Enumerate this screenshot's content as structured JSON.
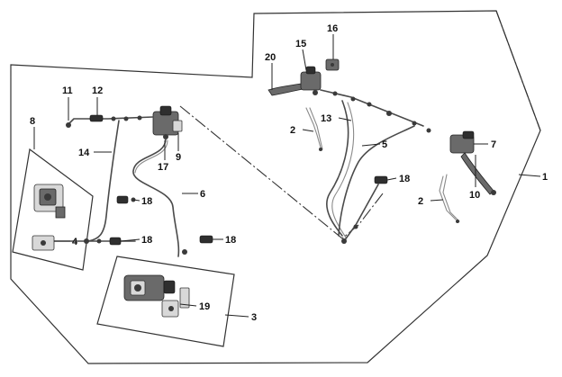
{
  "callouts": [
    {
      "id": "1",
      "label": "1"
    },
    {
      "id": "2a",
      "label": "2"
    },
    {
      "id": "2b",
      "label": "2"
    },
    {
      "id": "3",
      "label": "3"
    },
    {
      "id": "4",
      "label": "4"
    },
    {
      "id": "5",
      "label": "5"
    },
    {
      "id": "6",
      "label": "6"
    },
    {
      "id": "7",
      "label": "7"
    },
    {
      "id": "8",
      "label": "8"
    },
    {
      "id": "9",
      "label": "9"
    },
    {
      "id": "10",
      "label": "10"
    },
    {
      "id": "11",
      "label": "11"
    },
    {
      "id": "12",
      "label": "12"
    },
    {
      "id": "13",
      "label": "13"
    },
    {
      "id": "14",
      "label": "14"
    },
    {
      "id": "15",
      "label": "15"
    },
    {
      "id": "16",
      "label": "16"
    },
    {
      "id": "17",
      "label": "17"
    },
    {
      "id": "18a",
      "label": "18"
    },
    {
      "id": "18b",
      "label": "18"
    },
    {
      "id": "18c",
      "label": "18"
    },
    {
      "id": "18d",
      "label": "18"
    },
    {
      "id": "19",
      "label": "19"
    },
    {
      "id": "20",
      "label": "20"
    }
  ],
  "colors": {
    "line": "#333333",
    "part": "#6a6a6a",
    "background": "#ffffff"
  }
}
